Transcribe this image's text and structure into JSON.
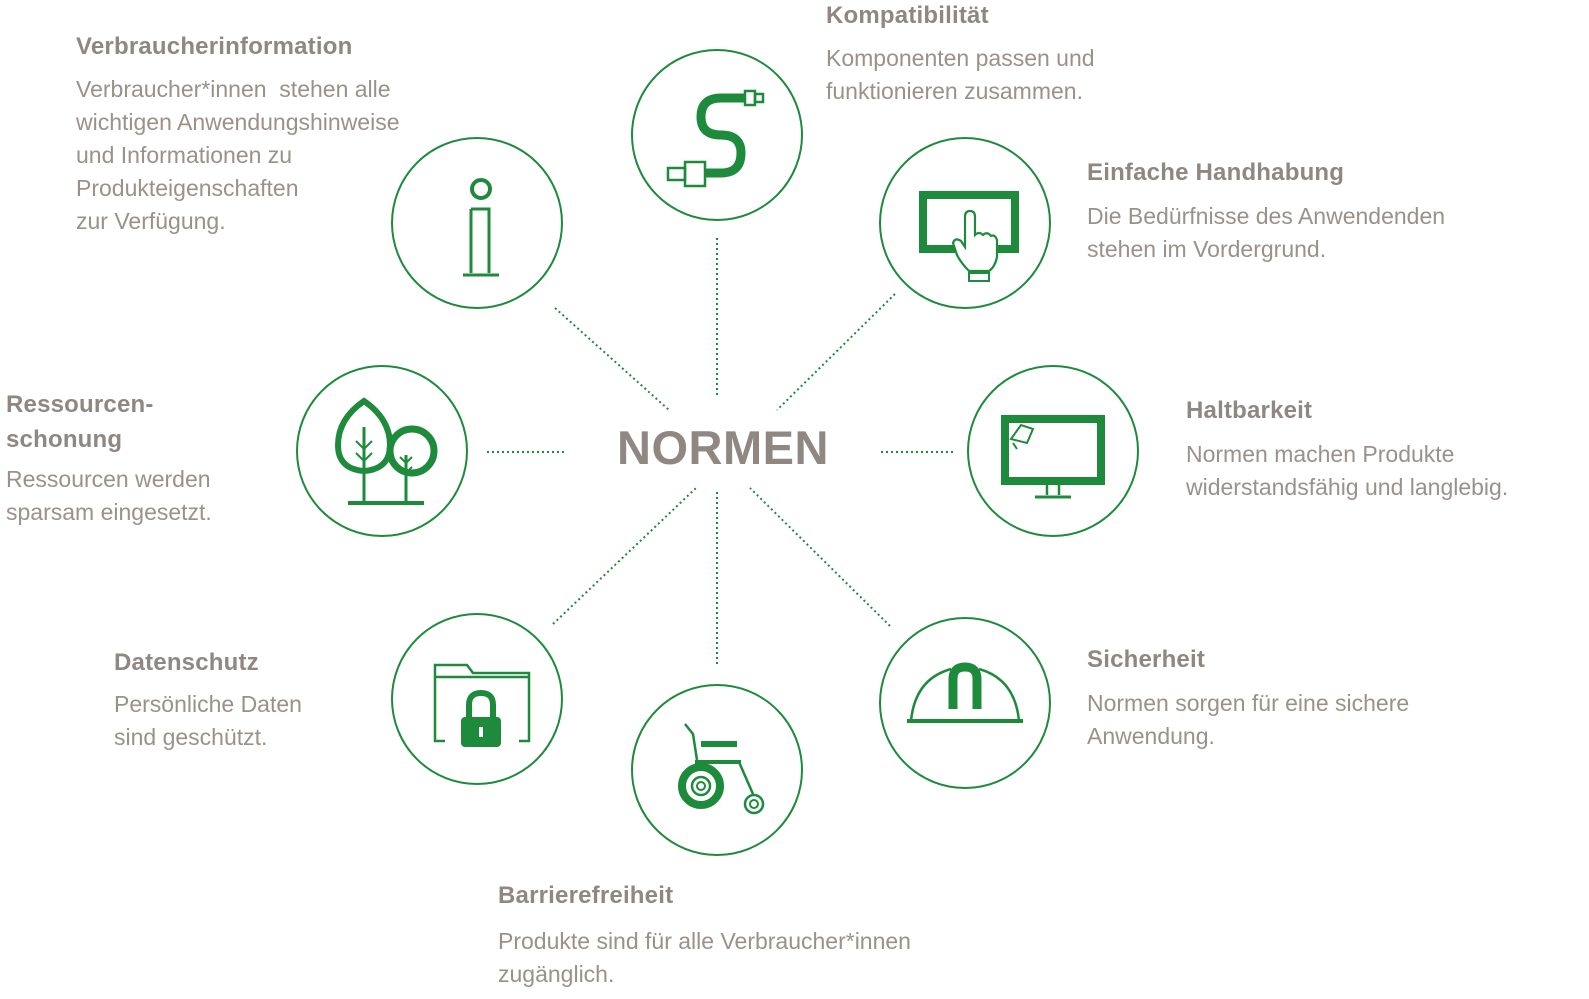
{
  "center": {
    "label": "NORMEN"
  },
  "colors": {
    "accent": "#1e8a3c",
    "text": "#938a84"
  },
  "nodes": {
    "kompatibilitaet": {
      "icon": "cable-connector-icon",
      "title": "Kompatibilität",
      "desc": [
        "Komponenten passen und",
        "funktionieren zusammen."
      ]
    },
    "handhabung": {
      "icon": "touchscreen-hand-icon",
      "title": "Einfache Handhabung",
      "desc": [
        "Die Bedürfnisse des Anwendenden",
        "stehen im Vordergrund."
      ]
    },
    "haltbarkeit": {
      "icon": "monitor-icon",
      "title": "Haltbarkeit",
      "desc": [
        "Normen machen Produkte",
        "widerstandsfähig und langlebig."
      ]
    },
    "sicherheit": {
      "icon": "hard-hat-icon",
      "title": "Sicherheit",
      "desc": [
        "Normen sorgen für eine sichere",
        "Anwendung."
      ]
    },
    "barrierefreiheit": {
      "icon": "wheelchair-icon",
      "title": "Barrierefreiheit",
      "desc": [
        "Produkte sind für alle Verbraucher*innen",
        "zugänglich."
      ]
    },
    "datenschutz": {
      "icon": "locked-folder-icon",
      "title": "Datenschutz",
      "desc": [
        "Persönliche Daten",
        "sind geschützt."
      ]
    },
    "ressourcen": {
      "icon": "trees-icon",
      "title": [
        "Ressourcen-",
        "schonung"
      ],
      "desc": [
        "Ressourcen werden",
        "sparsam eingesetzt."
      ]
    },
    "verbraucher": {
      "icon": "info-icon",
      "title": "Verbraucherinformation",
      "desc": [
        "Verbraucher*innen  stehen alle",
        "wichtigen Anwendungshinweise",
        "und Informationen zu",
        "Produkteigenschaften",
        "zur Verfügung."
      ]
    }
  }
}
